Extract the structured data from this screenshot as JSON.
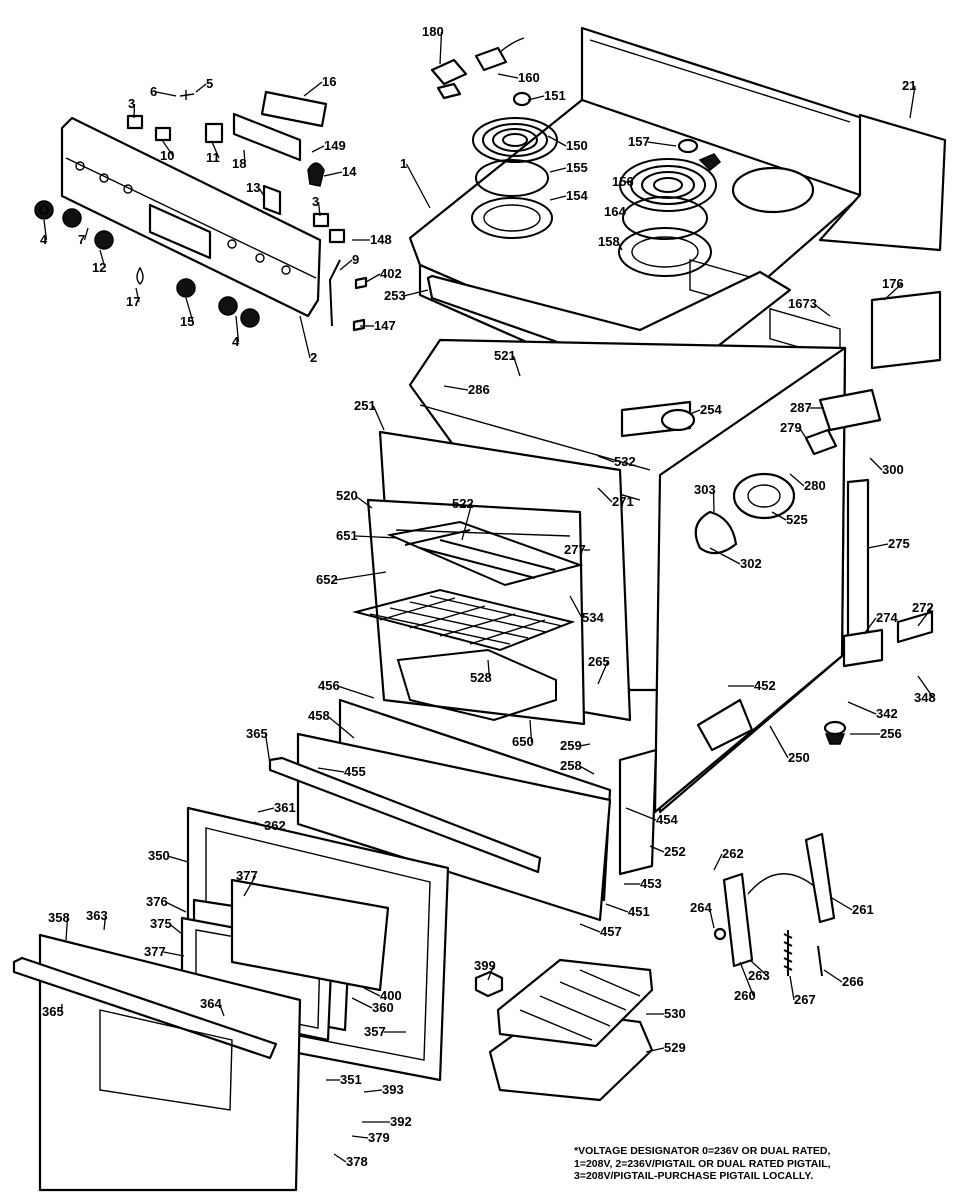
{
  "callouts": [
    {
      "id": "1",
      "text": "1"
    },
    {
      "id": "2",
      "text": "2"
    },
    {
      "id": "3a",
      "text": "3"
    },
    {
      "id": "3b",
      "text": "3"
    },
    {
      "id": "4a",
      "text": "4"
    },
    {
      "id": "4b",
      "text": "4"
    },
    {
      "id": "5",
      "text": "5"
    },
    {
      "id": "6",
      "text": "6"
    },
    {
      "id": "7",
      "text": "7"
    },
    {
      "id": "9",
      "text": "9"
    },
    {
      "id": "10",
      "text": "10"
    },
    {
      "id": "11",
      "text": "11"
    },
    {
      "id": "12",
      "text": "12"
    },
    {
      "id": "13",
      "text": "13"
    },
    {
      "id": "14",
      "text": "14"
    },
    {
      "id": "15",
      "text": "15"
    },
    {
      "id": "16",
      "text": "16"
    },
    {
      "id": "17",
      "text": "17"
    },
    {
      "id": "18",
      "text": "18"
    },
    {
      "id": "21",
      "text": "21"
    },
    {
      "id": "147",
      "text": "147"
    },
    {
      "id": "148",
      "text": "148"
    },
    {
      "id": "149",
      "text": "149"
    },
    {
      "id": "150",
      "text": "150"
    },
    {
      "id": "151",
      "text": "151"
    },
    {
      "id": "154",
      "text": "154"
    },
    {
      "id": "155",
      "text": "155"
    },
    {
      "id": "156",
      "text": "156"
    },
    {
      "id": "157",
      "text": "157"
    },
    {
      "id": "158",
      "text": "158"
    },
    {
      "id": "160",
      "text": "160"
    },
    {
      "id": "164",
      "text": "164"
    },
    {
      "id": "176",
      "text": "176"
    },
    {
      "id": "180",
      "text": "180"
    },
    {
      "id": "250",
      "text": "250"
    },
    {
      "id": "251",
      "text": "251"
    },
    {
      "id": "252",
      "text": "252"
    },
    {
      "id": "253",
      "text": "253"
    },
    {
      "id": "254",
      "text": "254"
    },
    {
      "id": "256",
      "text": "256"
    },
    {
      "id": "258",
      "text": "258"
    },
    {
      "id": "259",
      "text": "259"
    },
    {
      "id": "260",
      "text": "260"
    },
    {
      "id": "261",
      "text": "261"
    },
    {
      "id": "262",
      "text": "262"
    },
    {
      "id": "263",
      "text": "263"
    },
    {
      "id": "264",
      "text": "264"
    },
    {
      "id": "265",
      "text": "265"
    },
    {
      "id": "266",
      "text": "266"
    },
    {
      "id": "267",
      "text": "267"
    },
    {
      "id": "271",
      "text": "271"
    },
    {
      "id": "272",
      "text": "272"
    },
    {
      "id": "274",
      "text": "274"
    },
    {
      "id": "275",
      "text": "275"
    },
    {
      "id": "277",
      "text": "277"
    },
    {
      "id": "279",
      "text": "279"
    },
    {
      "id": "280",
      "text": "280"
    },
    {
      "id": "286",
      "text": "286"
    },
    {
      "id": "287",
      "text": "287"
    },
    {
      "id": "300",
      "text": "300"
    },
    {
      "id": "302",
      "text": "302"
    },
    {
      "id": "303",
      "text": "303"
    },
    {
      "id": "342",
      "text": "342"
    },
    {
      "id": "348",
      "text": "348"
    },
    {
      "id": "350",
      "text": "350"
    },
    {
      "id": "351",
      "text": "351"
    },
    {
      "id": "357",
      "text": "357"
    },
    {
      "id": "358",
      "text": "358"
    },
    {
      "id": "360",
      "text": "360"
    },
    {
      "id": "361",
      "text": "361"
    },
    {
      "id": "362",
      "text": "362"
    },
    {
      "id": "363",
      "text": "363"
    },
    {
      "id": "364",
      "text": "364"
    },
    {
      "id": "365a",
      "text": "365"
    },
    {
      "id": "365b",
      "text": "365"
    },
    {
      "id": "375",
      "text": "375"
    },
    {
      "id": "376",
      "text": "376"
    },
    {
      "id": "377a",
      "text": "377"
    },
    {
      "id": "377b",
      "text": "377"
    },
    {
      "id": "378",
      "text": "378"
    },
    {
      "id": "379",
      "text": "379"
    },
    {
      "id": "392",
      "text": "392"
    },
    {
      "id": "393",
      "text": "393"
    },
    {
      "id": "399",
      "text": "399"
    },
    {
      "id": "400",
      "text": "400"
    },
    {
      "id": "402",
      "text": "402"
    },
    {
      "id": "451",
      "text": "451"
    },
    {
      "id": "452",
      "text": "452"
    },
    {
      "id": "453",
      "text": "453"
    },
    {
      "id": "454",
      "text": "454"
    },
    {
      "id": "455",
      "text": "455"
    },
    {
      "id": "456",
      "text": "456"
    },
    {
      "id": "457",
      "text": "457"
    },
    {
      "id": "458",
      "text": "458"
    },
    {
      "id": "520",
      "text": "520"
    },
    {
      "id": "521",
      "text": "521"
    },
    {
      "id": "522",
      "text": "522"
    },
    {
      "id": "525",
      "text": "525"
    },
    {
      "id": "528",
      "text": "528"
    },
    {
      "id": "529",
      "text": "529"
    },
    {
      "id": "530",
      "text": "530"
    },
    {
      "id": "532",
      "text": "532"
    },
    {
      "id": "534",
      "text": "534"
    },
    {
      "id": "650",
      "text": "650"
    },
    {
      "id": "651",
      "text": "651"
    },
    {
      "id": "652",
      "text": "652"
    },
    {
      "id": "1673",
      "text": "1673"
    }
  ],
  "voltage_note": {
    "line1": "*VOLTAGE DESIGNATOR 0=236V OR DUAL RATED,",
    "line2": "1=208V, 2=236V/PIGTAIL OR DUAL RATED PIGTAIL,",
    "line3": "3=208V/PIGTAIL-PURCHASE PIGTAIL LOCALLY."
  },
  "colors": {
    "ink": "#000000",
    "paper": "#ffffff"
  }
}
